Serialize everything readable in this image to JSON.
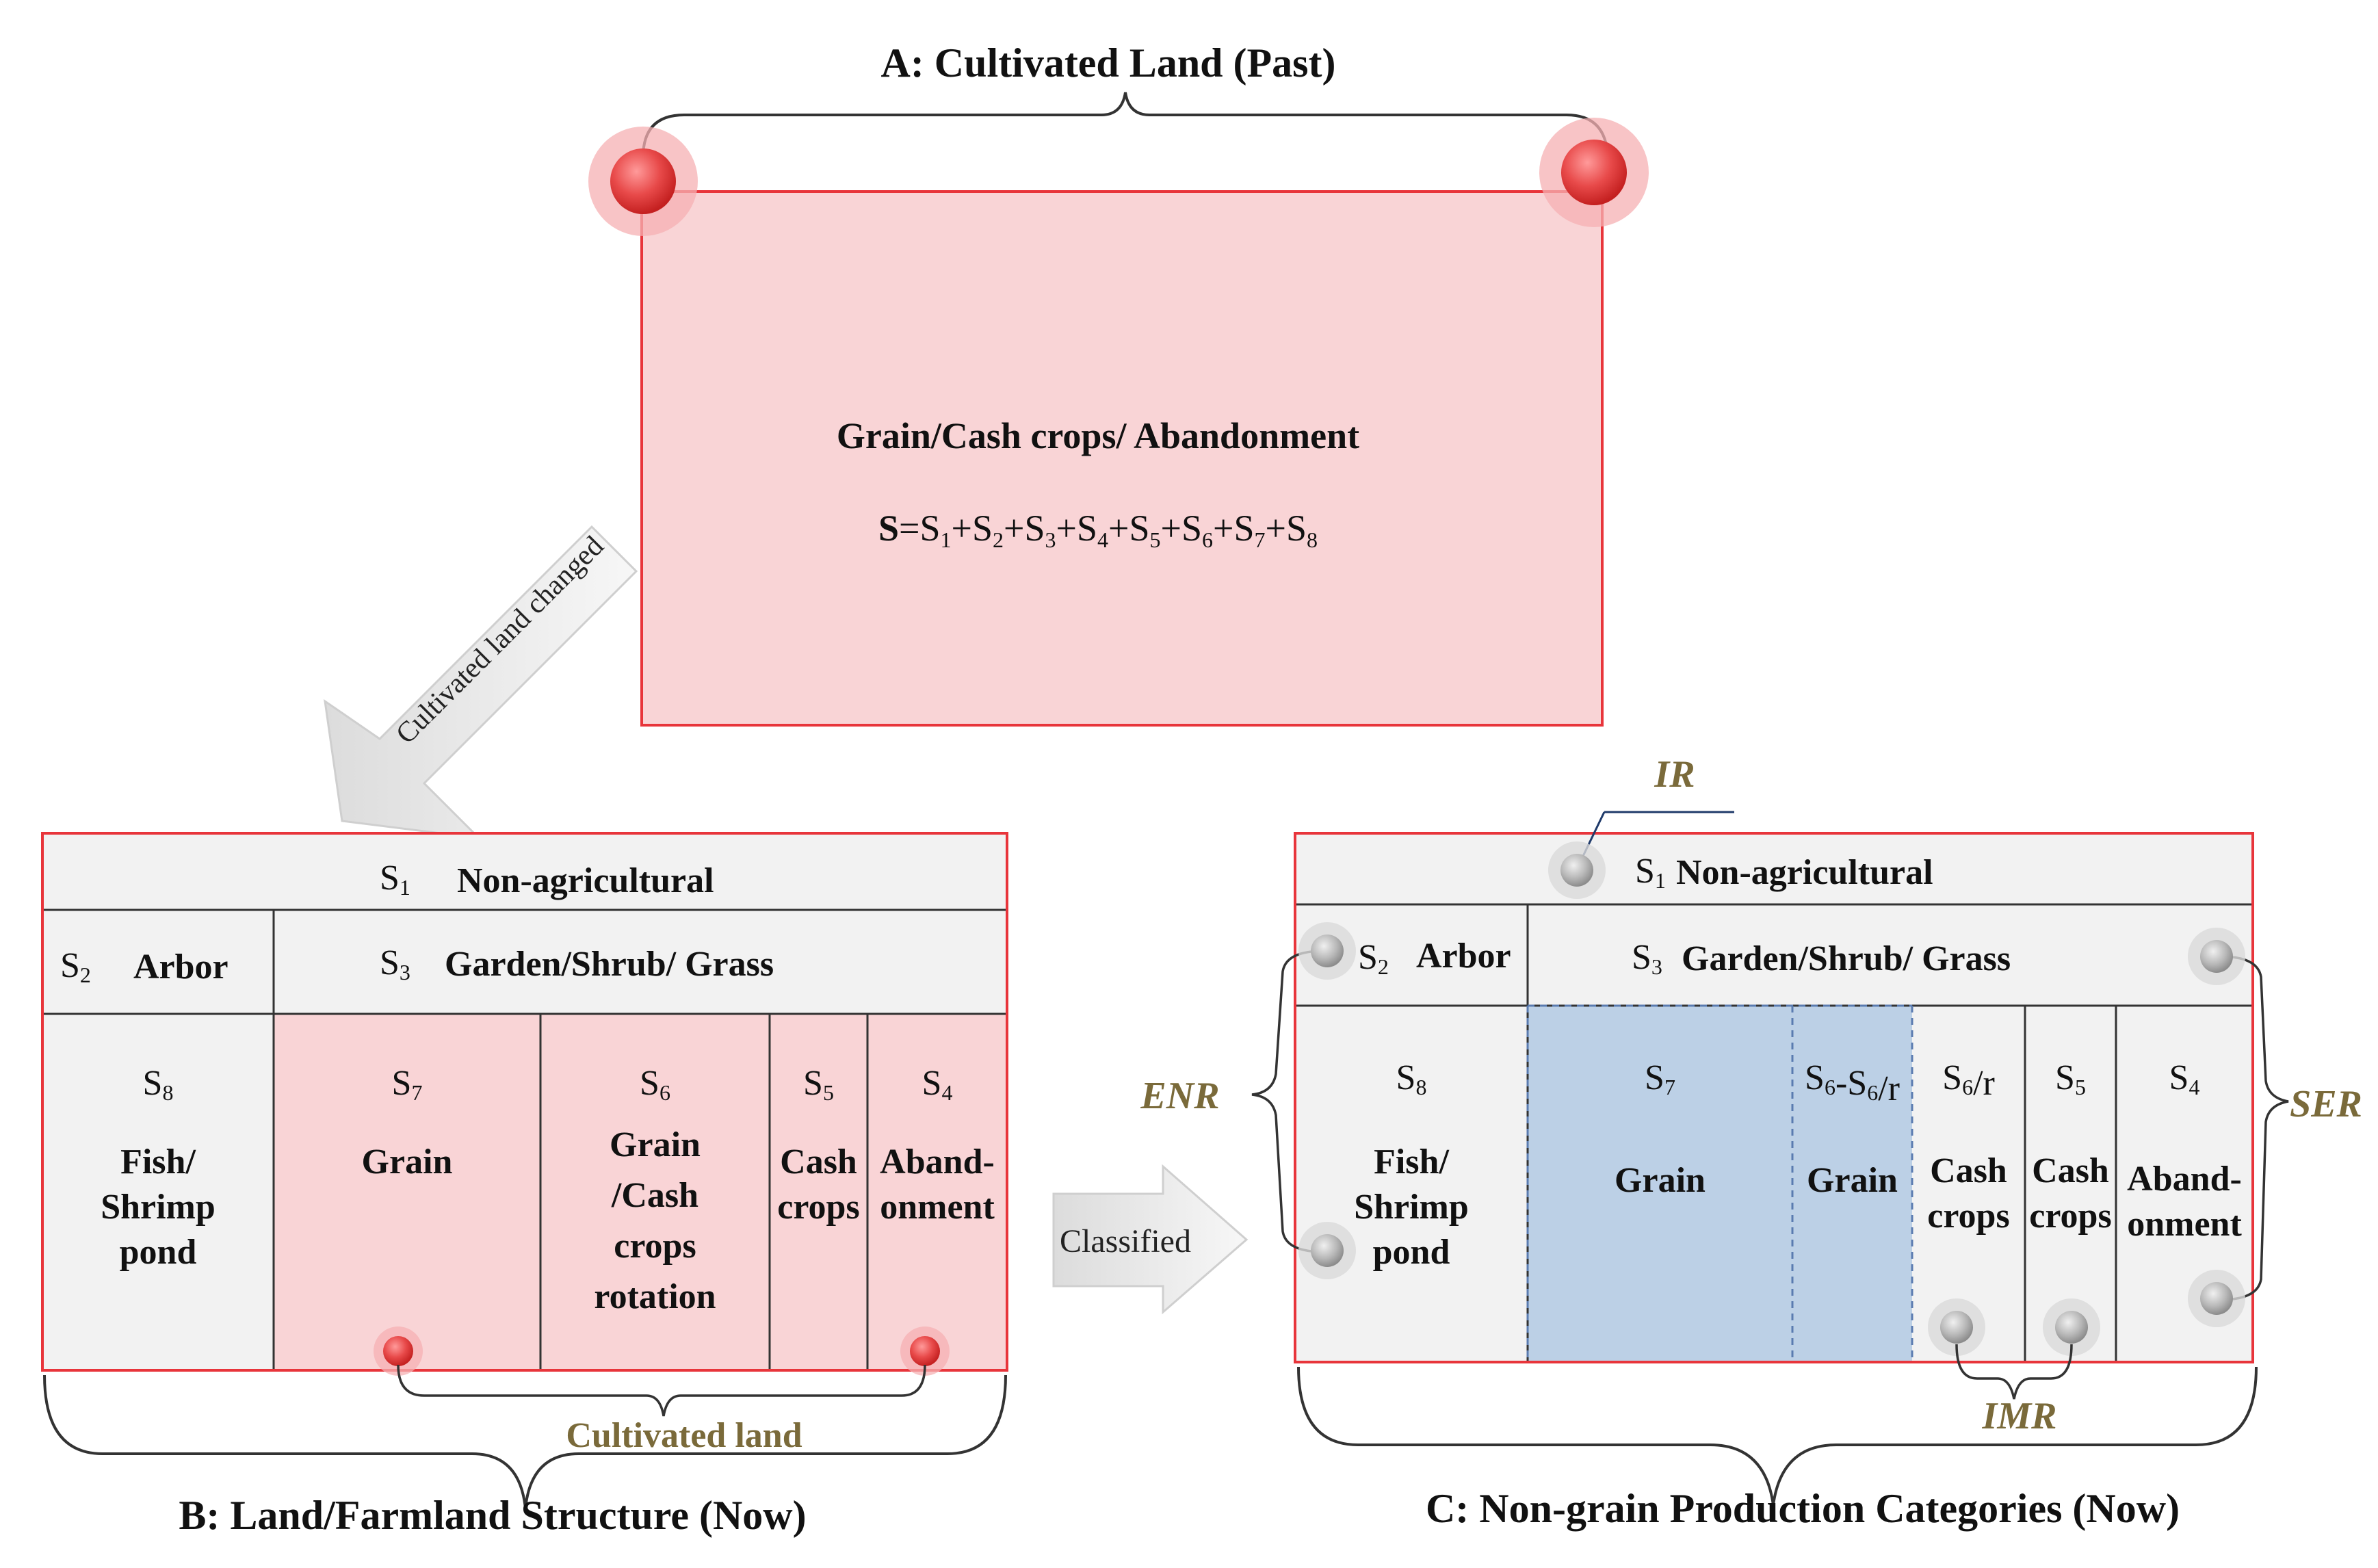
{
  "panelA": {
    "title": "A: Cultivated Land (Past)",
    "main_label": "Grain/Cash  crops/ Abandonment",
    "formula": "S=S1+S2+S3+S4+S5+S6+S7+S8"
  },
  "arrow_changed": "Cultivated land changed",
  "arrow_classified": "Classified",
  "panelB": {
    "title": "B: Land/Farmland  Structure (Now)",
    "row1": {
      "sym": "S1",
      "label": "Non-agricultural"
    },
    "row2a": {
      "sym": "S2",
      "label": "Arbor"
    },
    "row2b": {
      "sym": "S3",
      "label": "Garden/Shrub/ Grass"
    },
    "cells": [
      {
        "sym": "S8",
        "lines": [
          "Fish/",
          "Shrimp",
          "pond"
        ]
      },
      {
        "sym": "S7",
        "lines": [
          "Grain"
        ]
      },
      {
        "sym": "S6",
        "lines": [
          "Grain",
          "/Cash",
          "crops",
          "rotation"
        ]
      },
      {
        "sym": "S5",
        "lines": [
          "Cash",
          "crops"
        ]
      },
      {
        "sym": "S4",
        "lines": [
          "Aband-",
          "onment"
        ]
      }
    ],
    "bracket_label": "Cultivated land"
  },
  "panelC": {
    "title": "C: Non-grain Production Categories (Now)",
    "row1": {
      "sym": "S1",
      "label": "Non-agricultural"
    },
    "row2a": {
      "sym": "S2",
      "label": "Arbor"
    },
    "row2b": {
      "sym": "S3",
      "label": "Garden/Shrub/ Grass"
    },
    "cells": [
      {
        "sym": "S8",
        "lines": [
          "Fish/",
          "Shrimp",
          "pond"
        ]
      },
      {
        "sym": "S7",
        "lines": [
          "Grain"
        ]
      },
      {
        "sym": "S6-S6/r",
        "lines": [
          "Grain"
        ]
      },
      {
        "sym": "S6/r",
        "lines": [
          "Cash",
          "crops"
        ]
      },
      {
        "sym": "S5",
        "lines": [
          "Cash",
          "crops"
        ]
      },
      {
        "sym": "S4",
        "lines": [
          "Aband-",
          "onment"
        ]
      }
    ],
    "labels": {
      "ir": "IR",
      "enr": "ENR",
      "ser": "SER",
      "imr": "IMR"
    }
  },
  "colors": {
    "pink_fill": "#f9d4d6",
    "red_border": "#e8353b",
    "blue_fill": "#bcd0e6",
    "gray_fill": "#f2f2f2",
    "olive_text": "#7a6a3a"
  }
}
